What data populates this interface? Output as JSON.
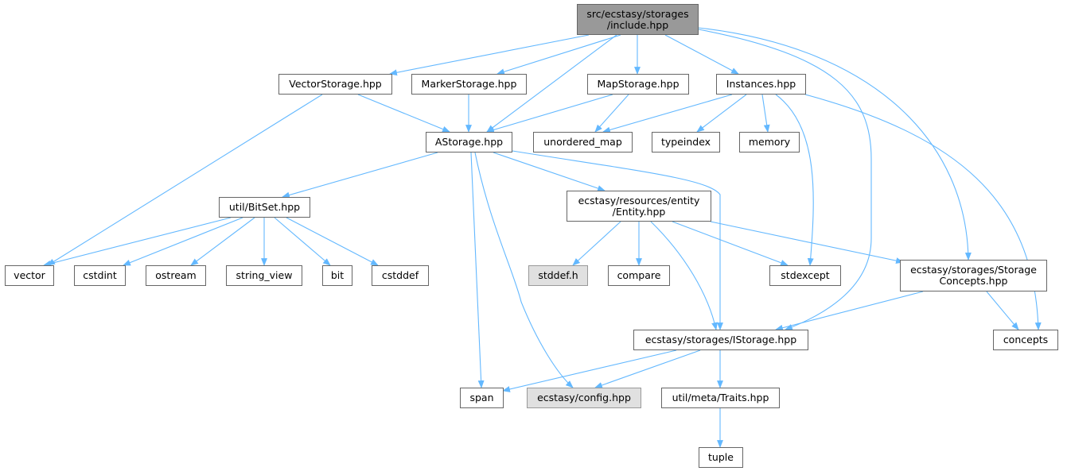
{
  "nodes": {
    "root": "src/ecstasy/storages\n/include.hpp",
    "vector_storage": "VectorStorage.hpp",
    "marker_storage": "MarkerStorage.hpp",
    "map_storage": "MapStorage.hpp",
    "instances": "Instances.hpp",
    "astorage": "AStorage.hpp",
    "unordered_map": "unordered_map",
    "typeindex": "typeindex",
    "memory": "memory",
    "bitset": "util/BitSet.hpp",
    "entity": "ecstasy/resources/entity\n/Entity.hpp",
    "vector": "vector",
    "cstdint": "cstdint",
    "ostream": "ostream",
    "string_view": "string_view",
    "bit": "bit",
    "cstddef": "cstddef",
    "stddef_h": "stddef.h",
    "compare": "compare",
    "stdexcept": "stdexcept",
    "storage_concepts": "ecstasy/storages/Storage\nConcepts.hpp",
    "istorage": "ecstasy/storages/IStorage.hpp",
    "concepts": "concepts",
    "span": "span",
    "config": "ecstasy/config.hpp",
    "traits": "util/meta/Traits.hpp",
    "tuple": "tuple"
  },
  "colors": {
    "edge": "#63b8ff",
    "node_border": "#666666",
    "root_fill": "#999999",
    "missing_fill": "#e0e0e0"
  }
}
